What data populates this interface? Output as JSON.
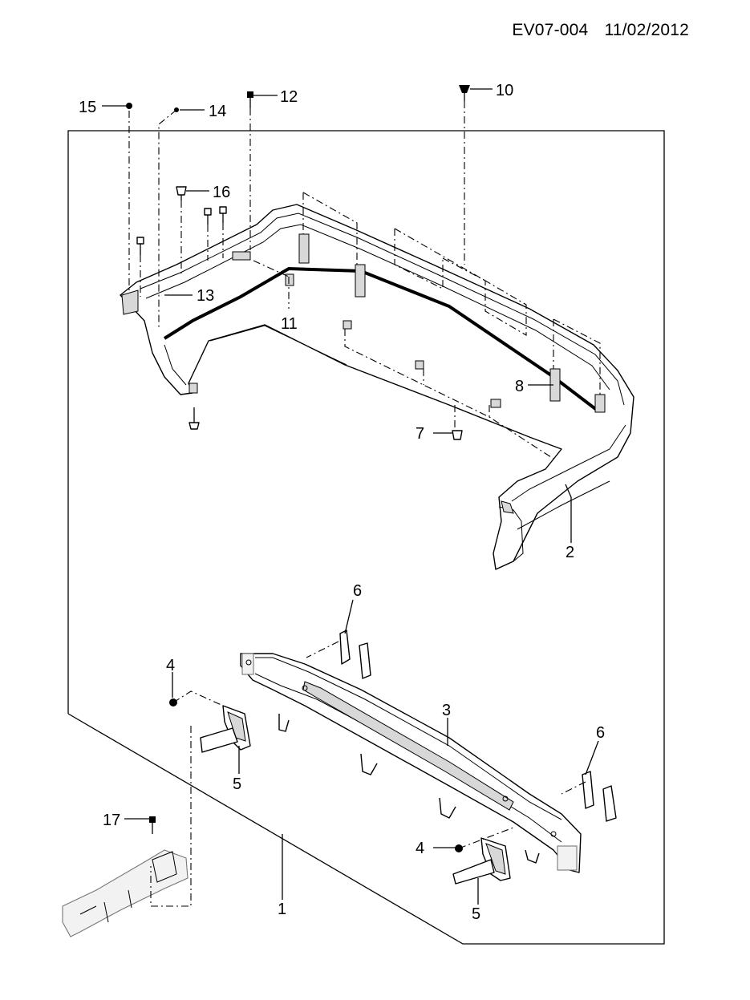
{
  "header": {
    "code": "EV07-004",
    "date": "11/02/2012"
  },
  "callouts": {
    "c1": "1",
    "c2": "2",
    "c3": "3",
    "c4a": "4",
    "c4b": "4",
    "c5a": "5",
    "c5b": "5",
    "c6a": "6",
    "c6b": "6",
    "c7": "7",
    "c8": "8",
    "c10": "10",
    "c11": "11",
    "c12": "12",
    "c13": "13",
    "c14": "14",
    "c15": "15",
    "c16": "16",
    "c17": "17"
  }
}
